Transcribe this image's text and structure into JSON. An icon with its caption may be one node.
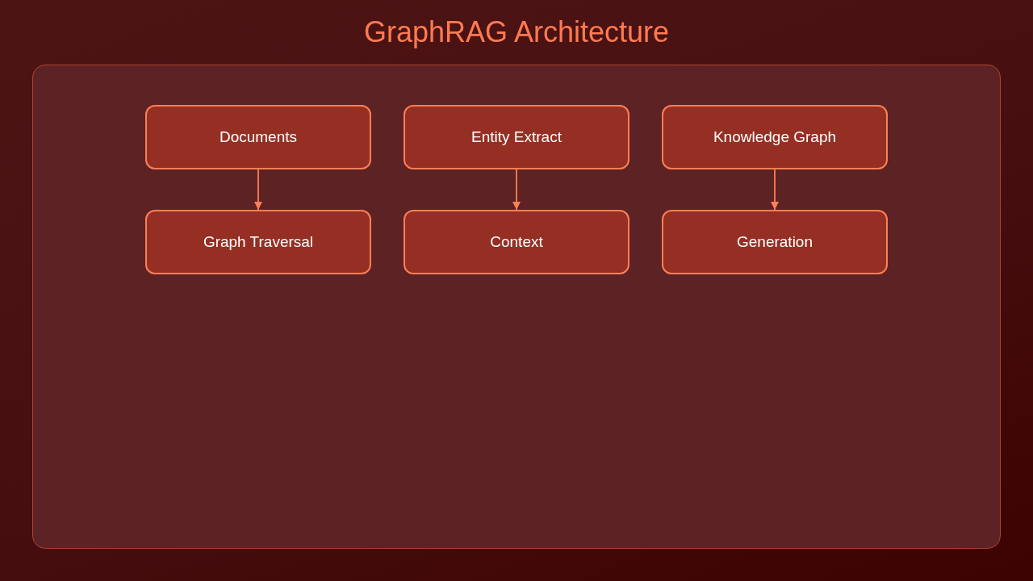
{
  "diagram": {
    "title": "GraphRAG Architecture",
    "nodes": [
      {
        "text": [
          "Documents"
        ]
      },
      {
        "text": [
          "Entity Extract"
        ]
      },
      {
        "text": [
          "Knowledge Graph"
        ]
      },
      {
        "text": [
          "Graph Traversal"
        ]
      },
      {
        "text": [
          "Context"
        ]
      },
      {
        "text": [
          "Generation"
        ]
      }
    ],
    "edges": [
      {
        "from": 0,
        "to": 3,
        "arrow": "to"
      },
      {
        "from": 1,
        "to": 4,
        "arrow": "to"
      },
      {
        "from": 2,
        "to": 5,
        "arrow": "to"
      }
    ]
  }
}
